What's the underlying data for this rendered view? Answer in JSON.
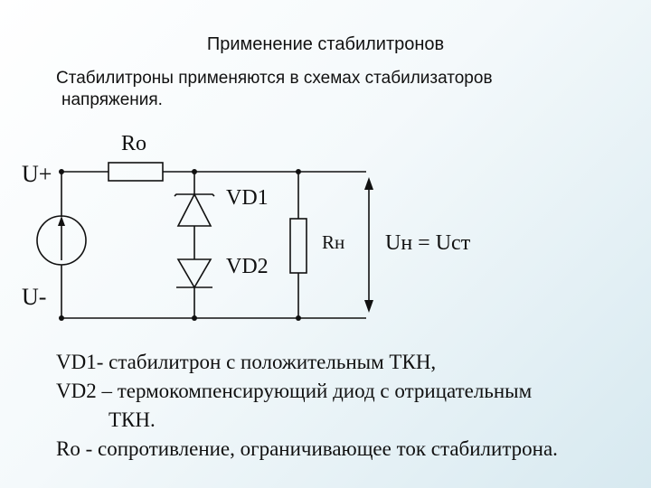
{
  "slide": {
    "title": "Применение стабилитронов",
    "intro_line1": "Стабилитроны применяются в схемах стабилизаторов",
    "intro_line2": "напряжения."
  },
  "circuit": {
    "labels": {
      "r0": "Ro",
      "u_plus": "U+",
      "u_minus": "U-",
      "vd1": "VD1",
      "vd2": "VD2",
      "rn": "Rн",
      "output_eq": "Uн = Uст"
    }
  },
  "description": {
    "line1": "VD1- стабилитрон с положительным ТКН,",
    "line2": "VD2 – термокомпенсирующий диод с отрицательным",
    "line3": "ТКН.",
    "line4": "Ro  - сопротивление, ограничивающее ток стабилитрона."
  },
  "colors": {
    "ink": "#111111",
    "background_top": "#ffffff",
    "background_bottom": "#d7e9f0"
  }
}
